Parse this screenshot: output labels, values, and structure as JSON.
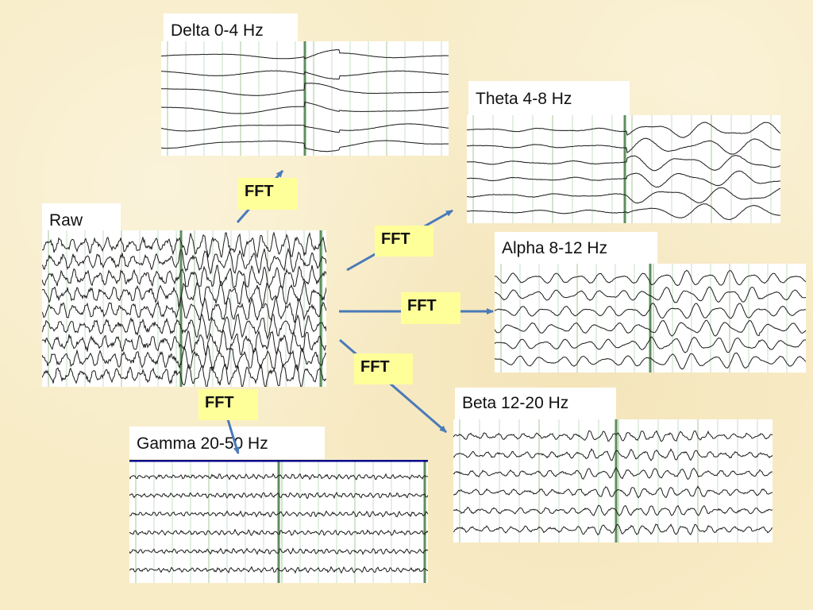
{
  "colors": {
    "background": "#f8ecc6",
    "fft_box": "#ffff99",
    "arrow": "#4a7ab8",
    "trace": "#1a1a1a",
    "grid_minor": "#c9dfc9",
    "grid_major": "#5e8f5e",
    "gamma_rule": "#00008b"
  },
  "labels": {
    "delta": "Delta 0-4 Hz",
    "theta": "Theta 4-8 Hz",
    "raw": "Raw",
    "alpha": "Alpha 8-12 Hz",
    "beta": "Beta 12-20 Hz",
    "gamma": "Gamma 20-50 Hz"
  },
  "fft": {
    "delta": "FFT",
    "theta": "FFT",
    "alpha": "FFT",
    "beta": "FFT",
    "gamma": "FFT"
  },
  "arrow_icon": "arrow-icon"
}
